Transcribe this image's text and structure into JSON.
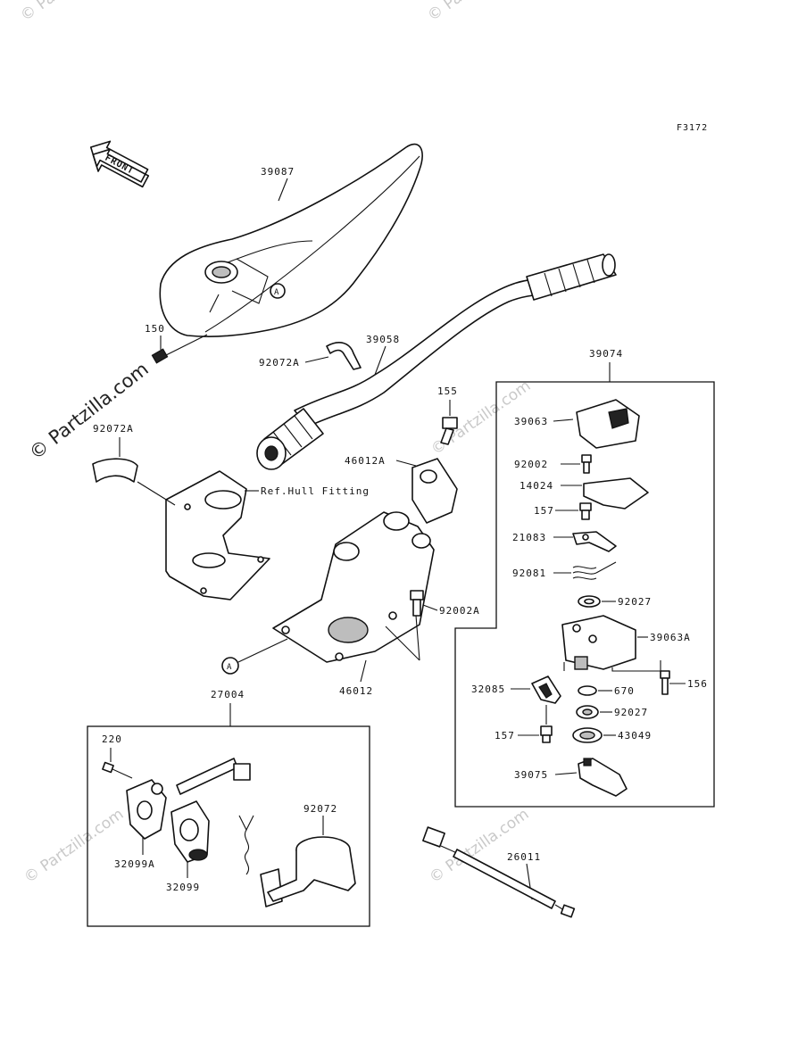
{
  "figure_code": "F3172",
  "front_label": "FRONT",
  "reference_text": "Ref.Hull Fitting",
  "callout_letter": "A",
  "watermark": "© Partzilla.com",
  "watermark_faint": "© Partzilla.com",
  "parts": {
    "p39087": "39087",
    "p150": "150",
    "p92072A_top": "92072A",
    "p39058": "39058",
    "p92072A_left": "92072A",
    "p155": "155",
    "p46012A": "46012A",
    "p92002A": "92002A",
    "p46012": "46012",
    "p39074": "39074",
    "p39063": "39063",
    "p92002": "92002",
    "p14024": "14024",
    "p157_a": "157",
    "p21083": "21083",
    "p92081": "92081",
    "p92027_a": "92027",
    "p39063A": "39063A",
    "p156": "156",
    "p32085": "32085",
    "p670": "670",
    "p92027_b": "92027",
    "p157_b": "157",
    "p43049": "43049",
    "p39075": "39075",
    "p27004": "27004",
    "p220": "220",
    "p32099A": "32099A",
    "p32099": "32099",
    "p92072": "92072",
    "p26011": "26011"
  }
}
